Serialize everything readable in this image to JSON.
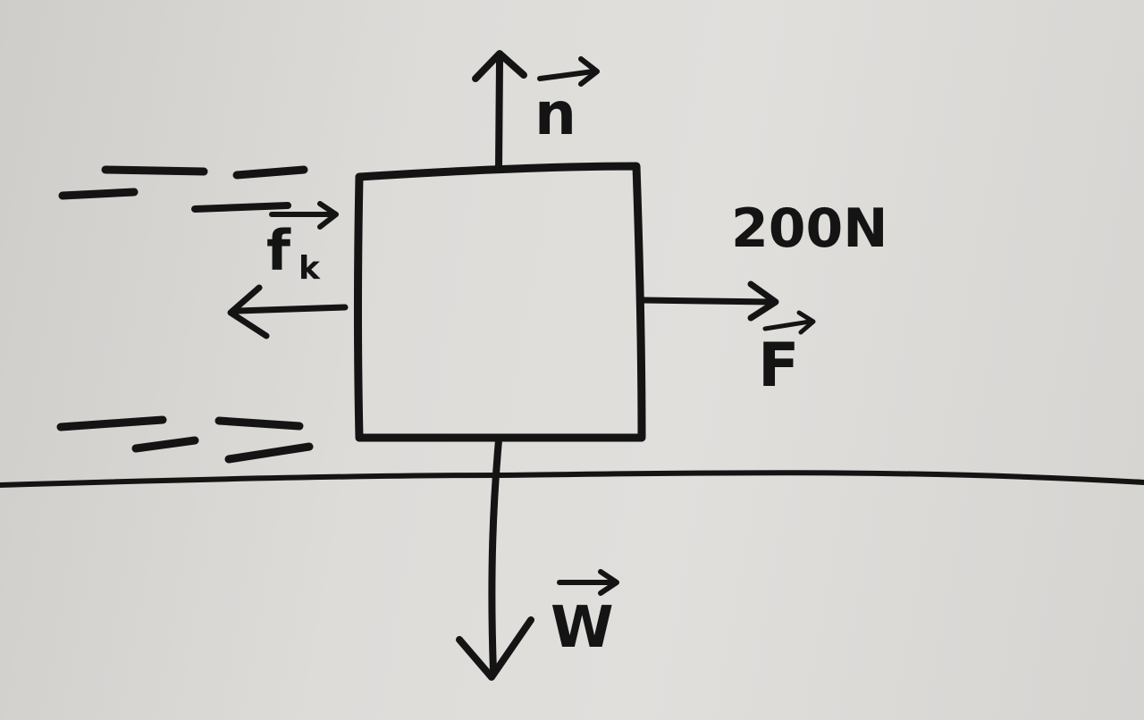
{
  "diagram": {
    "ink_color": "#141414",
    "board_color": "#dedcd9",
    "labels": {
      "normal": "n",
      "friction": "f",
      "friction_subscript": "k",
      "applied": "F",
      "weight": "W",
      "applied_magnitude": "200N"
    }
  }
}
